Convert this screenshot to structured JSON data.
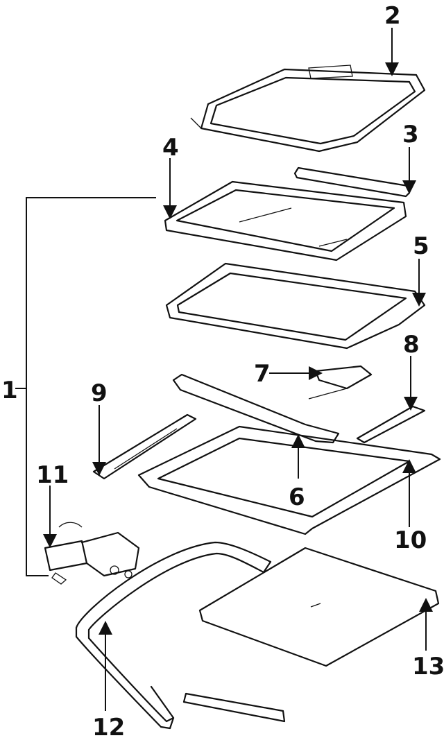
{
  "diagram": {
    "callouts": [
      "1",
      "2",
      "3",
      "4",
      "5",
      "6",
      "7",
      "8",
      "9",
      "10",
      "11",
      "12",
      "13"
    ]
  },
  "colors": {
    "ink": "#111111",
    "paper": "#ffffff"
  }
}
